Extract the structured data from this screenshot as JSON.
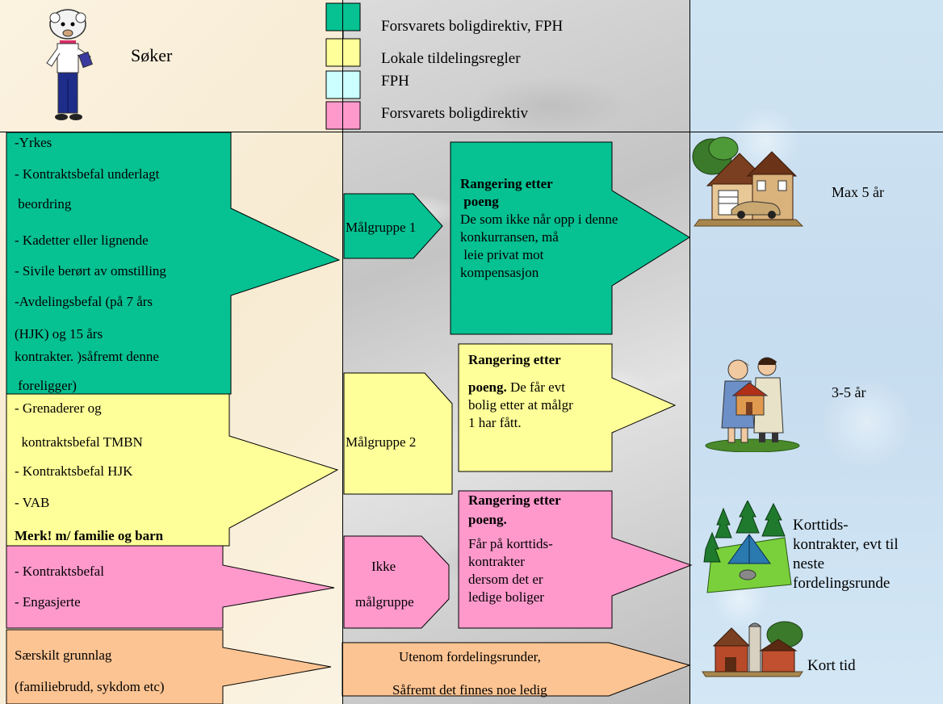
{
  "applicant_label": "Søker",
  "legend": [
    {
      "label": "Forsvarets boligdirektiv, FPH",
      "color": "#06c192"
    },
    {
      "label": "Lokale tildelingsregler",
      "color": "#ffff99"
    },
    {
      "label": "FPH",
      "color": "#ccffff"
    },
    {
      "label": "Forsvarets boligdirektiv",
      "color": "#ff99cc"
    }
  ],
  "colors": {
    "green": "#06c192",
    "yellow": "#ffff99",
    "pink": "#ff99cc",
    "orange": "#fdc493"
  },
  "group1_criteria": {
    "items": [
      "-Yrkes",
      "- Kontraktsbefal underlagt",
      " beordring",
      "- Kadetter eller lignende",
      "- Sivile berørt av omstilling",
      "-Avdelingsbefal (på 7 års",
      "(HJK) og 15 års",
      "kontrakter. )såfremt denne",
      " foreligger)"
    ]
  },
  "group2_criteria": {
    "items": [
      "- Grenaderer og",
      "  kontraktsbefal TMBN",
      "- Kontraktsbefal HJK",
      "- VAB"
    ],
    "note": "Merk! m/ familie og barn"
  },
  "group3_criteria": {
    "items": [
      "- Kontraktsbefal",
      "- Engasjerte"
    ]
  },
  "group4_criteria": {
    "items": [
      "Særskilt grunnlag",
      "(familiebrudd, sykdom etc)"
    ]
  },
  "targets": {
    "g1": "Målgruppe 1",
    "g2": "Målgruppe 2",
    "g3": [
      "Ikke",
      "målgruppe"
    ],
    "g4": [
      "Utenom fordelingsrunder,",
      "Såfremt det finnes noe ledig"
    ]
  },
  "ranking": {
    "r1": {
      "heading": [
        "Rangering etter",
        " poeng"
      ],
      "body": [
        "De som ikke når opp i denne",
        "konkurransen, må",
        " leie privat mot",
        "kompensasjon"
      ]
    },
    "r2": {
      "heading": [
        "Rangering etter",
        "poeng."
      ],
      "body_inline": " De får evt",
      "body": [
        "bolig etter at målgr",
        "1 har fått."
      ]
    },
    "r3": {
      "heading": [
        "Rangering etter",
        "poeng."
      ],
      "body": [
        "Får på korttids-",
        "kontrakter",
        "dersom det er",
        "ledige boliger"
      ]
    }
  },
  "outcomes": {
    "o1": "Max 5 år",
    "o2": "3-5 år",
    "o3": [
      "Korttids-",
      "kontrakter, evt til",
      "neste",
      "fordelingsrunde"
    ],
    "o4": "Kort tid"
  },
  "icons": [
    "character-icon",
    "house-icon",
    "couple-icon",
    "tent-icon",
    "farm-icon"
  ]
}
